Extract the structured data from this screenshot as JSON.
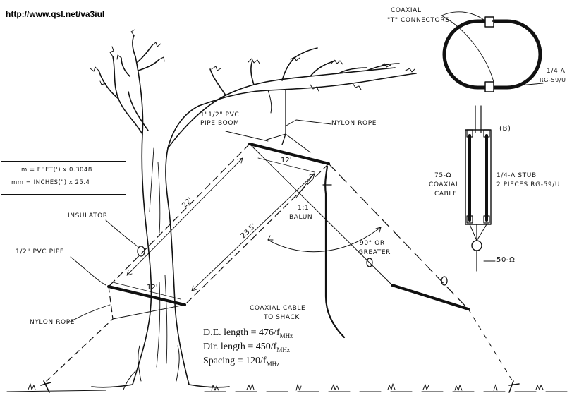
{
  "header": {
    "url": "http://www.qsl.net/va3iul"
  },
  "labels": {
    "coaxial_t_connectors_1": "COAXIAL",
    "coaxial_t_connectors_2": "\"T\" CONNECTORS",
    "quarter_wave_1": "1/4 λ",
    "quarter_wave_2": "RG-59/U",
    "pvc_boom_1": "1\"1/2\" PVC",
    "pvc_boom_2": "PIPE BOOM",
    "nylon_rope_top": "NYLON ROPE",
    "figure_b": "(B)",
    "coax_75_1": "75-Ω",
    "coax_75_2": "COAXIAL",
    "coax_75_3": "CABLE",
    "stub_1": "1/4-λ  STUB",
    "stub_2": "2 PIECES RG-59/U",
    "ohm_50": "50-Ω",
    "insulator": "INSULATOR",
    "half_inch_pvc": "1/2\" PVC PIPE",
    "nylon_rope_left": "NYLON ROPE",
    "balun_1": "1:1",
    "balun_2": "BALUN",
    "angle_1": "90° OR",
    "angle_2": "GREATER",
    "coax_cable_1": "COAXIAL CABLE",
    "coax_cable_2": "TO SHACK"
  },
  "dimensions": {
    "boom_top": "12'",
    "boom_bottom": "12'",
    "de_length": "22'",
    "dir_length": "23.5'"
  },
  "conversions": {
    "line1": "m = FEET(') x 0.3048",
    "line2": "mm = INCHES(\") x 25.4"
  },
  "formulas": {
    "de": {
      "text": "D.E. length = 476/f",
      "sub": "MHz"
    },
    "dir": {
      "text": "Dir. length = 450/f",
      "sub": "MHz"
    },
    "spacing": {
      "text": "Spacing = 120/f",
      "sub": "MHz"
    }
  }
}
